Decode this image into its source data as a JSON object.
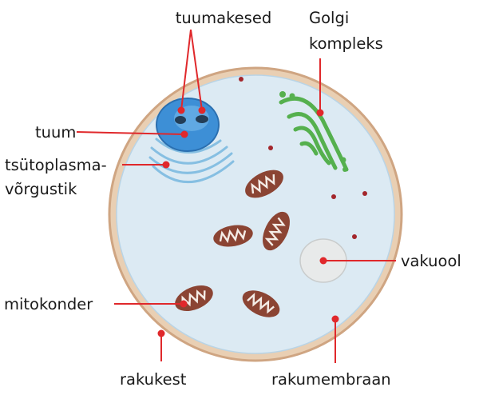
{
  "labels": {
    "nucleoli": "tuumakesed",
    "golgi_line1": "Golgi",
    "golgi_line2": "kompleks",
    "nucleus": "tuum",
    "er_line1": "tsütoplasma-",
    "er_line2": "võrgustik",
    "vacuole": "vakuool",
    "mitochondrion": "mitokonder",
    "cell_wall": "rakukest",
    "cell_membrane": "rakumembraan"
  },
  "colors": {
    "leader_line": "#e0282b",
    "cell_wall": "#dcb896",
    "cytoplasm": "#dceaf3",
    "nucleus": "#3d8fd6",
    "er": "#86bfe2",
    "golgi": "#55b04e",
    "mitochondrion": "#8b4433",
    "vacuole": "#e8eaea",
    "granules": "#a3262b"
  }
}
